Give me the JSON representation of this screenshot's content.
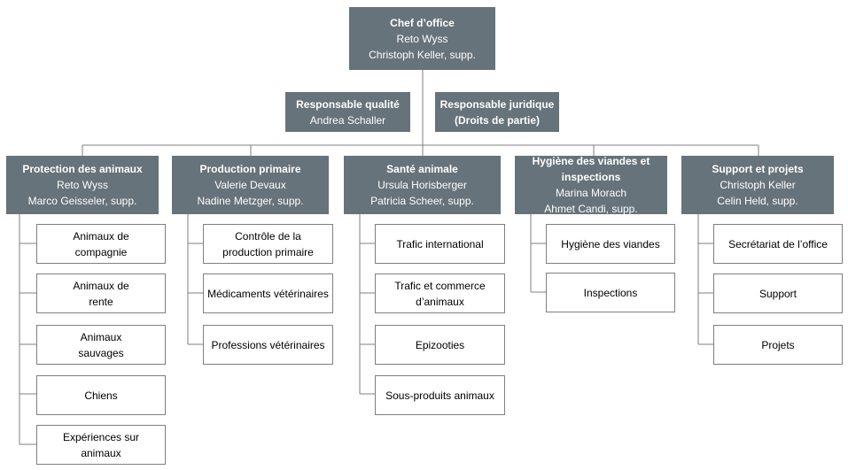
{
  "chief": {
    "title": "Chef d’office",
    "names": [
      "Reto Wyss",
      "Christoph Keller, supp."
    ]
  },
  "staff": [
    {
      "title": "Responsable qualité",
      "names": [
        "Andrea Schaller"
      ]
    },
    {
      "title_lines": [
        "Responsable juridique",
        "(Droits de partie)"
      ]
    }
  ],
  "divisions": [
    {
      "title_lines": [
        "Protection des animaux"
      ],
      "names": [
        "Reto Wyss",
        "Marco Geisseler, supp."
      ],
      "units": [
        [
          "Animaux de",
          "compagnie"
        ],
        [
          "Animaux de",
          "rente"
        ],
        [
          "Animaux",
          "sauvages"
        ],
        [
          "Chiens"
        ],
        [
          "Expériences sur",
          "animaux"
        ]
      ]
    },
    {
      "title_lines": [
        "Production primaire"
      ],
      "names": [
        "Valerie Devaux",
        "Nadine Metzger, supp."
      ],
      "units": [
        [
          "Contrôle de la",
          "production primaire"
        ],
        [
          "Médicaments vétérinaires"
        ],
        [
          "Professions vétérinaires"
        ]
      ]
    },
    {
      "title_lines": [
        "Santé animale"
      ],
      "names": [
        "Ursula Horisberger",
        "Patricia Scheer, supp."
      ],
      "units": [
        [
          "Trafic international"
        ],
        [
          "Trafic et commerce",
          "d’animaux"
        ],
        [
          "Epizooties"
        ],
        [
          "Sous-produits animaux"
        ]
      ]
    },
    {
      "title_lines": [
        "Hygiène des viandes et",
        "inspections"
      ],
      "names": [
        "Marina Morach",
        "Ahmet Candi, supp."
      ],
      "units": [
        [
          "Hygiène des viandes"
        ],
        [
          "Inspections"
        ]
      ]
    },
    {
      "title_lines": [
        "Support  et projets"
      ],
      "names": [
        "Christoph Keller",
        "Celin Held, supp."
      ],
      "units": [
        [
          "Secrétariat de l’office"
        ],
        [
          "Support"
        ],
        [
          "Projets"
        ]
      ]
    }
  ]
}
